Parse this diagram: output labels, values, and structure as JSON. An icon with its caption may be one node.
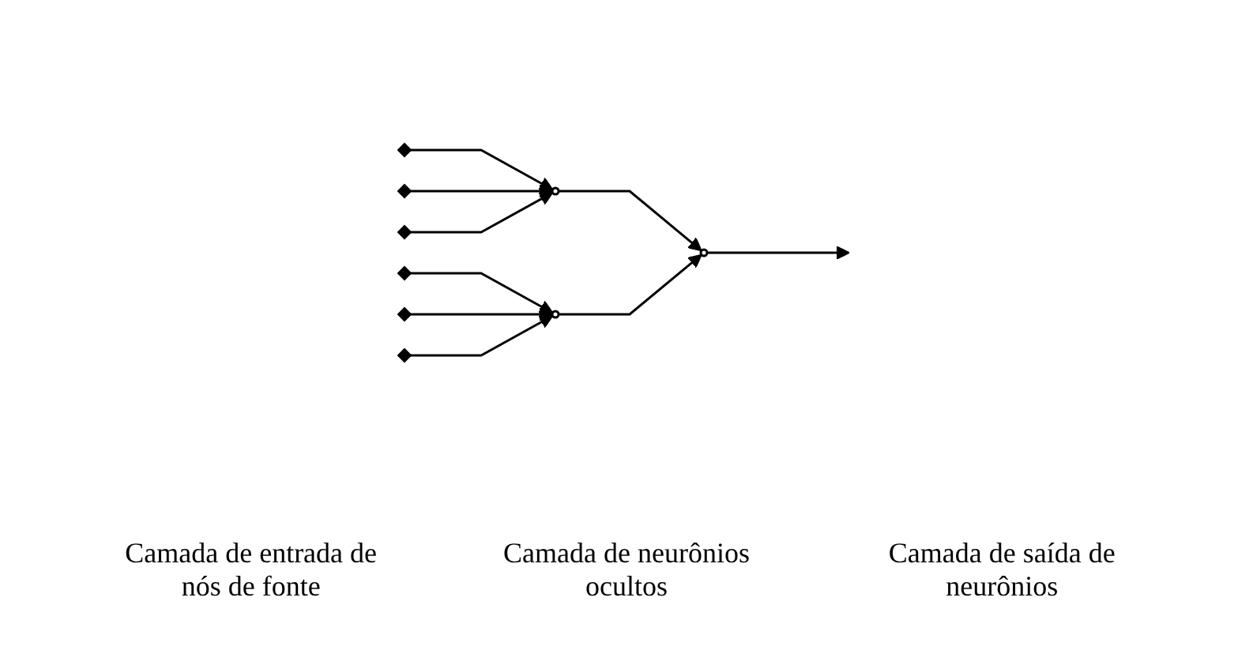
{
  "diagram": {
    "nodes": [
      {
        "text": [],
        "shape": "diamond"
      },
      {
        "text": [],
        "shape": "diamond"
      },
      {
        "text": [],
        "shape": "diamond"
      },
      {
        "text": [],
        "shape": "diamond"
      },
      {
        "text": [],
        "shape": "diamond"
      },
      {
        "text": [],
        "shape": "diamond"
      },
      {
        "text": [],
        "shape": "circle"
      },
      {
        "text": [],
        "shape": "circle"
      },
      {
        "text": [],
        "shape": "circle"
      }
    ],
    "edges": [
      {
        "from": 0,
        "to": 6,
        "arrow": "to"
      },
      {
        "from": 1,
        "to": 6,
        "arrow": "to"
      },
      {
        "from": 2,
        "to": 6,
        "arrow": "to"
      },
      {
        "from": 3,
        "to": 7,
        "arrow": "to"
      },
      {
        "from": 4,
        "to": 7,
        "arrow": "to"
      },
      {
        "from": 5,
        "to": 7,
        "arrow": "to"
      },
      {
        "from": 6,
        "to": 8,
        "arrow": "to"
      },
      {
        "from": 7,
        "to": 8,
        "arrow": "to"
      },
      {
        "from": 8,
        "to": null,
        "arrow": "to"
      }
    ],
    "labels": [
      "Camada de entrada de nós de fonte",
      "Camada de neurônios ocultos",
      "Camada de saída de neurônios"
    ]
  }
}
